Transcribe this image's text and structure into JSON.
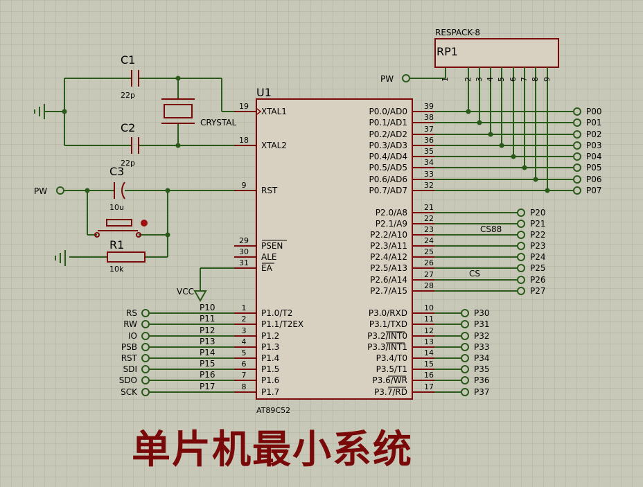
{
  "colors": {
    "background": "#c8c8b8",
    "grid": "#b4b4a4",
    "wire": "#2a5a1a",
    "component": "#7a0a0a",
    "chip_fill": "#d8d0c0",
    "title": "#7a0a0a"
  },
  "chip": {
    "ref": "U1",
    "part": "AT89C52",
    "left_pins": [
      {
        "num": "19",
        "name": "XTAL1"
      },
      {
        "num": "18",
        "name": "XTAL2"
      },
      {
        "num": "9",
        "name": "RST"
      },
      {
        "num": "29",
        "name": "PSEN"
      },
      {
        "num": "30",
        "name": "ALE"
      },
      {
        "num": "31",
        "name": "EA"
      },
      {
        "num": "1",
        "name": "P1.0/T2"
      },
      {
        "num": "2",
        "name": "P1.1/T2EX"
      },
      {
        "num": "3",
        "name": "P1.2"
      },
      {
        "num": "4",
        "name": "P1.3"
      },
      {
        "num": "5",
        "name": "P1.4"
      },
      {
        "num": "6",
        "name": "P1.5"
      },
      {
        "num": "7",
        "name": "P1.6"
      },
      {
        "num": "8",
        "name": "P1.7"
      }
    ],
    "p0_pins": [
      {
        "num": "39",
        "name": "P0.0/AD0",
        "net": "P00"
      },
      {
        "num": "38",
        "name": "P0.1/AD1",
        "net": "P01"
      },
      {
        "num": "37",
        "name": "P0.2/AD2",
        "net": "P02"
      },
      {
        "num": "36",
        "name": "P0.3/AD3",
        "net": "P03"
      },
      {
        "num": "35",
        "name": "P0.4/AD4",
        "net": "P04"
      },
      {
        "num": "34",
        "name": "P0.5/AD5",
        "net": "P05"
      },
      {
        "num": "33",
        "name": "P0.6/AD6",
        "net": "P06"
      },
      {
        "num": "32",
        "name": "P0.7/AD7",
        "net": "P07"
      }
    ],
    "p2_pins": [
      {
        "num": "21",
        "name": "P2.0/A8",
        "net": "P20"
      },
      {
        "num": "22",
        "name": "P2.1/A9",
        "net": "P21"
      },
      {
        "num": "23",
        "name": "P2.2/A10",
        "net": "P22"
      },
      {
        "num": "24",
        "name": "P2.3/A11",
        "net": "P23"
      },
      {
        "num": "25",
        "name": "P2.4/A12",
        "net": "P24"
      },
      {
        "num": "26",
        "name": "P2.5/A13",
        "net": "P25"
      },
      {
        "num": "27",
        "name": "P2.6/A14",
        "net": "P26"
      },
      {
        "num": "28",
        "name": "P2.7/A15",
        "net": "P27"
      }
    ],
    "p3_pins": [
      {
        "num": "10",
        "name": "P3.0/RXD",
        "net": "P30"
      },
      {
        "num": "11",
        "name": "P3.1/TXD",
        "net": "P31"
      },
      {
        "num": "12",
        "name": "P3.2/INT0",
        "net": "P32"
      },
      {
        "num": "13",
        "name": "P3.3/INT1",
        "net": "P33"
      },
      {
        "num": "14",
        "name": "P3.4/T0",
        "net": "P34"
      },
      {
        "num": "15",
        "name": "P3.5/T1",
        "net": "P35"
      },
      {
        "num": "16",
        "name": "P3.6/WR",
        "net": "P36"
      },
      {
        "num": "17",
        "name": "P3.7/RD",
        "net": "P37"
      }
    ]
  },
  "p1_nets": [
    {
      "wire": "P10",
      "terminal": "RS"
    },
    {
      "wire": "P11",
      "terminal": "RW"
    },
    {
      "wire": "P12",
      "terminal": "IO"
    },
    {
      "wire": "P13",
      "terminal": "PSB"
    },
    {
      "wire": "P14",
      "terminal": "RST"
    },
    {
      "wire": "P15",
      "terminal": "SDI"
    },
    {
      "wire": "P16",
      "terminal": "SDO"
    },
    {
      "wire": "P17",
      "terminal": "SCK"
    }
  ],
  "components": {
    "c1": {
      "ref": "C1",
      "value": "22p"
    },
    "c2": {
      "ref": "C2",
      "value": "22p"
    },
    "c3": {
      "ref": "C3",
      "value": "10u"
    },
    "r1": {
      "ref": "R1",
      "value": "10k"
    },
    "crystal": {
      "value": "CRYSTAL"
    },
    "rp1": {
      "ref": "RP1",
      "part": "RESPACK-8",
      "pins": [
        "1",
        "2",
        "3",
        "4",
        "5",
        "6",
        "7",
        "8",
        "9"
      ]
    }
  },
  "net_labels": {
    "pw_rp": "PW",
    "pw_rst": "PW",
    "vcc": "VCC",
    "cs88": "CS88",
    "cs": "CS"
  },
  "title": "单片机最小系统"
}
